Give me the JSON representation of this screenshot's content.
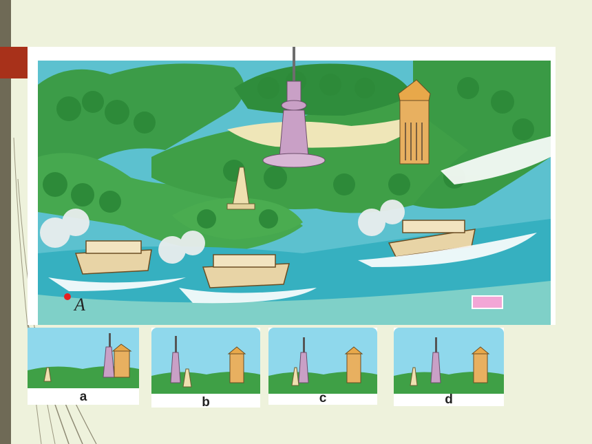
{
  "scene": {
    "marker_label": "A"
  },
  "options": [
    {
      "label": "a"
    },
    {
      "label": "b"
    },
    {
      "label": "c"
    },
    {
      "label": "d"
    }
  ],
  "colors": {
    "accent_block": "#a8311a",
    "left_bar": "#6f6a56",
    "background": "#eef2dc",
    "water": "#4fb8c9",
    "forest": "#3fa046",
    "sky": "#8fd8ec",
    "tv_tower": "#c9a0c6",
    "pavilion": "#e8a84a"
  }
}
